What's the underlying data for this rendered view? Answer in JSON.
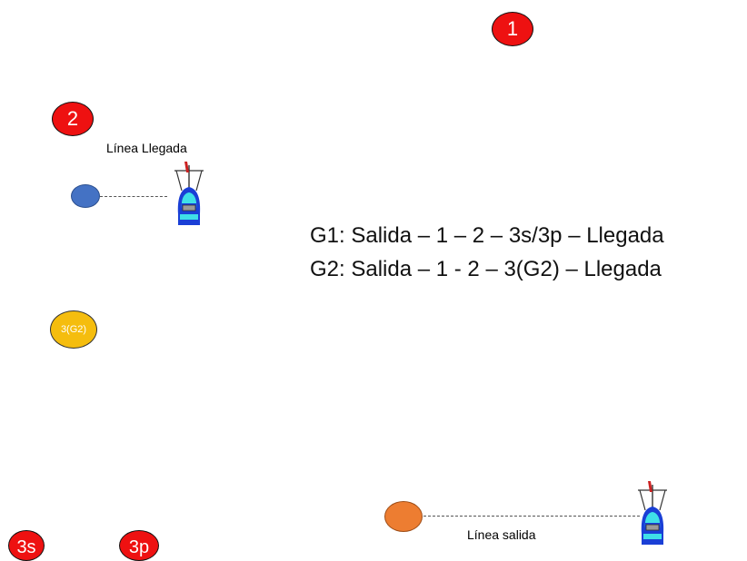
{
  "marks": {
    "mark_1": "1",
    "mark_2": "2",
    "mark_3g2": "3(G2)",
    "mark_3s": "3s",
    "mark_3p": "3p"
  },
  "lines": {
    "finish_label": "Línea Llegada",
    "start_label": "Línea salida"
  },
  "routes": {
    "g1": "G1: Salida – 1 – 2 – 3s/3p – Llegada",
    "g2": "G2: Salida – 1 - 2 – 3(G2) – Llegada"
  },
  "colors": {
    "mark_red": "#ee1111",
    "mark_yellow": "#f5bd0e",
    "pin_blue": "#4472c4",
    "pin_orange": "#ed7d31",
    "boat_hull": "#1a3fd6",
    "boat_cabin": "#3fe0e8",
    "flag": "#cc2222"
  },
  "icons": {
    "committee_boat": "committee-boat-icon",
    "finish_pin": "finish-pin-buoy",
    "start_pin": "start-pin-buoy"
  }
}
